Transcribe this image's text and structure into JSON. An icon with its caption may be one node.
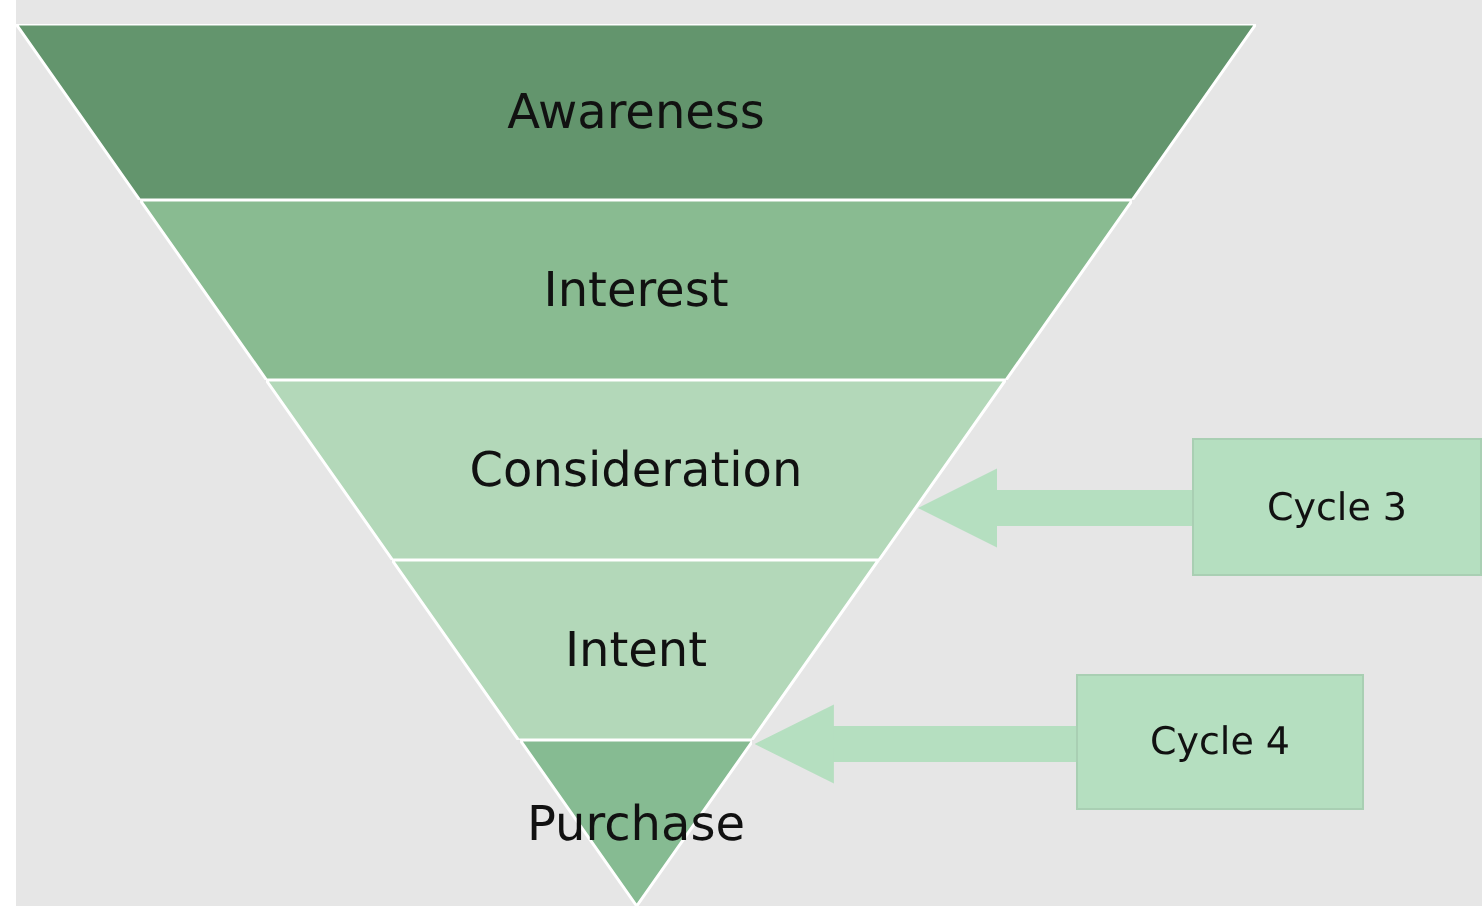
{
  "diagram": {
    "nodes": [
      {
        "text": [
          "Awareness"
        ]
      },
      {
        "text": [
          "Interest"
        ]
      },
      {
        "text": [
          "Consideration"
        ]
      },
      {
        "text": [
          "Intent"
        ]
      },
      {
        "text": [
          "Purchase"
        ]
      },
      {
        "text": [
          "Cycle 3"
        ]
      },
      {
        "text": [
          "Cycle 4"
        ]
      }
    ],
    "edges": [
      {
        "from": 5,
        "to": 2,
        "arrow": "to"
      },
      {
        "from": 6,
        "to": 3,
        "arrow": "to"
      }
    ]
  }
}
